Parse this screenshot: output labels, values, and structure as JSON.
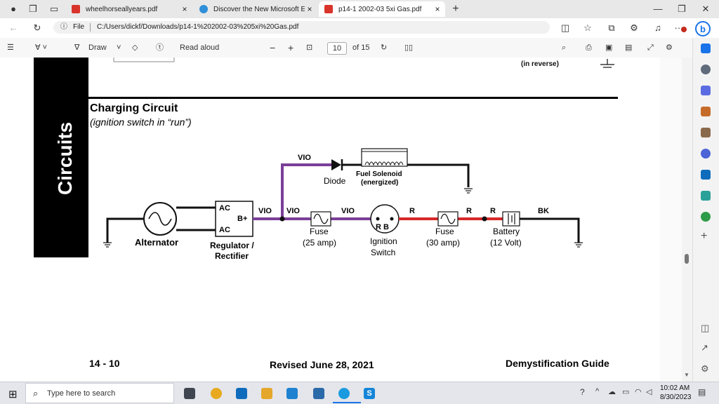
{
  "browser": {
    "tabs": [
      {
        "label": "wheelhorseallyears.pdf"
      },
      {
        "label": "Discover the New Microsoft Edge"
      },
      {
        "label": "p14-1 2002-03 5xi Gas.pdf"
      }
    ],
    "close_glyph": "×",
    "new_tab_glyph": "+",
    "window": {
      "minimize": "—",
      "restore": "❐",
      "close": "✕"
    },
    "back_glyph": "←",
    "refresh_glyph": "↻",
    "url_prefix": "File",
    "url": "C:/Users/dickf/Downloads/p14-1%202002-03%205xi%20Gas.pdf",
    "more_glyph": "···"
  },
  "pdf_toolbar": {
    "draw_label": "Draw",
    "read_aloud_label": "Read aloud",
    "zoom_out": "−",
    "zoom_in": "+",
    "page_number": "10",
    "page_total": "of 15"
  },
  "document": {
    "top_note": "(in reverse)",
    "side_label": "Circuits",
    "section_title": "Charging Circuit",
    "section_subtitle": "(ignition switch in “run”)",
    "footer_left": "14 - 10",
    "footer_center": "Revised June 28, 2021",
    "footer_right": "Demystification Guide",
    "diagram": {
      "wire_vio": "VIO",
      "wire_r": "R",
      "wire_bk": "BK",
      "ac": "AC",
      "bplus": "B+",
      "rb": "R  B",
      "alternator": "Alternator",
      "regulator_1": "Regulator /",
      "regulator_2": "Rectifier",
      "fuse_a_1": "Fuse",
      "fuse_a_2": "(25 amp)",
      "ignition_1": "Ignition",
      "ignition_2": "Switch",
      "fuse_b_1": "Fuse",
      "fuse_b_2": "(30 amp)",
      "battery_1": "Battery",
      "battery_2": "(12 Volt)",
      "diode": "Diode",
      "solenoid_1": "Fuel Solenoid",
      "solenoid_2": "(energized)"
    }
  },
  "taskbar": {
    "search_placeholder": "Type here to search",
    "time": "10:02 AM",
    "date": "8/30/2023"
  },
  "colors": {
    "vio": "#7b3f98",
    "red": "#d62828",
    "black": "#111111"
  }
}
